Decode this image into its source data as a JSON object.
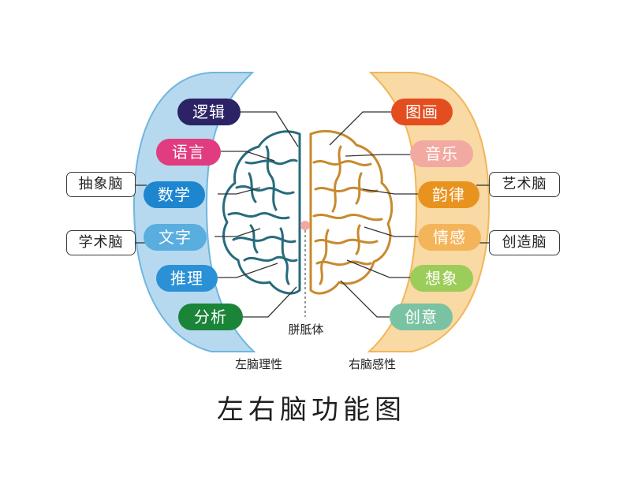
{
  "left_items": [
    {
      "label": "逻辑",
      "color": "#2b2366"
    },
    {
      "label": "语言",
      "color": "#e23c80"
    },
    {
      "label": "数学",
      "color": "#1e85cf"
    },
    {
      "label": "文字",
      "color": "#5aaddf"
    },
    {
      "label": "推理",
      "color": "#2a91d6"
    },
    {
      "label": "分析",
      "color": "#1a8438"
    }
  ],
  "right_items": [
    {
      "label": "图画",
      "color": "#e44d1f"
    },
    {
      "label": "音乐",
      "color": "#f2a9a1"
    },
    {
      "label": "韵律",
      "color": "#e8931f"
    },
    {
      "label": "情感",
      "color": "#f4b45a"
    },
    {
      "label": "想象",
      "color": "#9ccc5a"
    },
    {
      "label": "创意",
      "color": "#79c2a2"
    }
  ],
  "tags": {
    "abstract": "抽象脑",
    "academic": "学术脑",
    "art": "艺术脑",
    "creative": "创造脑"
  },
  "corpus_callosum": "胼胝体",
  "left_brain_caption": "左脑理性",
  "right_brain_caption": "右脑感性",
  "title": "左右脑功能图",
  "colors": {
    "left_panel": "#b7d9ef",
    "right_panel": "#f9d9a4",
    "left_brain": "#276b7c",
    "right_brain": "#c78a2e"
  }
}
